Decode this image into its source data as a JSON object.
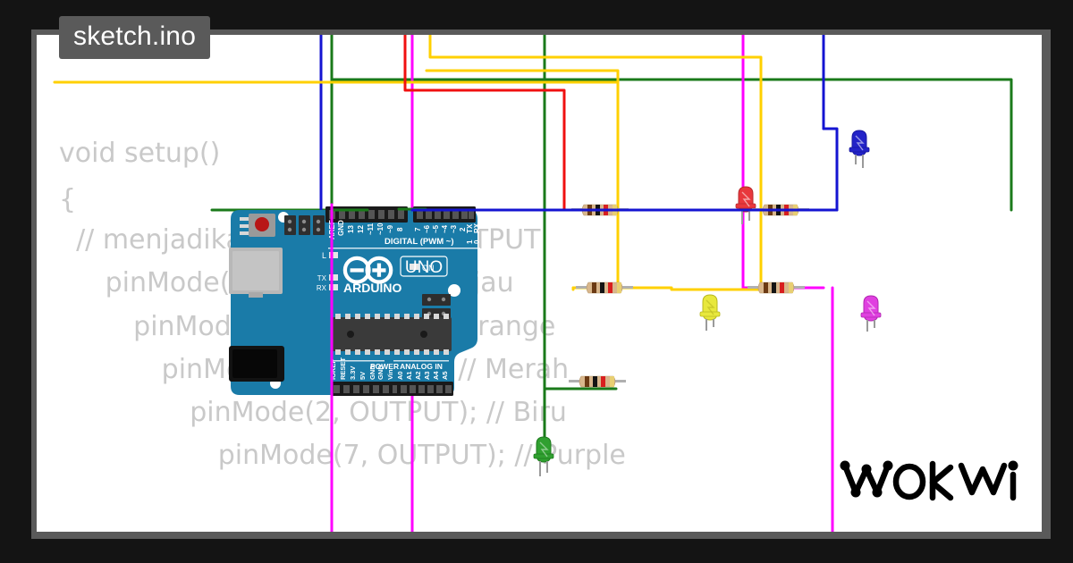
{
  "window": {
    "background_color": "#141414",
    "canvas_color": "#ffffff",
    "canvas_border_color": "#5a5a5a"
  },
  "file_tab": {
    "label": "sketch.ino",
    "background_color": "#5a5a5a",
    "text_color": "#ffffff"
  },
  "code_overlay": {
    "text_color": "#c9c9c9",
    "lines": [
      "void setup()",
      "{",
      "  // menjadikan pin sebagai OUTPUT",
      "   pinMode(13, OUTPUT); // Hijau",
      "    pinMode(4, OUTPUT); // Orange",
      "     pinMode(5, OUTPUT); // Merah",
      "      pinMode(2, OUTPUT); // Biru",
      "       pinMode(7, OUTPUT); // Purple"
    ]
  },
  "board": {
    "name": "Arduino Uno",
    "silkscreen_model": "UNO",
    "silkscreen_brand": "ARDUINO",
    "board_color": "#1a7ba8",
    "digital_header_label": "DIGITAL (PWM ~)",
    "digital_pins": [
      "AREF",
      "GND",
      "13",
      "12",
      "~11",
      "~10",
      "~9",
      "8",
      "7",
      "~6",
      "~5",
      "~4",
      "~3",
      "2",
      "TX 1",
      "RX 0"
    ],
    "power_header_label": "POWER",
    "power_pins": [
      "IOREF",
      "RESET",
      "3.3V",
      "5V",
      "GND",
      "GND",
      "Vin"
    ],
    "analog_header_label": "ANALOG IN",
    "analog_pins": [
      "A0",
      "A1",
      "A2",
      "A3",
      "A4",
      "A5"
    ],
    "led_labels": [
      "L",
      "TX",
      "RX",
      "ON"
    ]
  },
  "components": [
    {
      "id": "led-red",
      "type": "led",
      "color_name": "red",
      "color": "#e8383d",
      "wire_color": "#1a7a1a",
      "connected_pin": "~5"
    },
    {
      "id": "led-blue",
      "type": "led",
      "color_name": "blue",
      "color": "#2323c8",
      "wire_color": "#1414d2",
      "connected_pin": "2"
    },
    {
      "id": "led-yellow",
      "type": "led",
      "color_name": "yellow",
      "color": "#e8e83c",
      "wire_color": "#ffd000",
      "connected_pin": "~4"
    },
    {
      "id": "led-purple",
      "type": "led",
      "color_name": "purple",
      "color": "#e040e0",
      "wire_color": "#ff00ff",
      "connected_pin": "7"
    },
    {
      "id": "led-green",
      "type": "led",
      "color_name": "green",
      "color": "#30a030",
      "wire_color": "#1a7a1a",
      "connected_pin": "13"
    }
  ],
  "resistors": [
    {
      "id": "resistor-1",
      "bands": [
        "brown",
        "black",
        "red",
        "gold"
      ],
      "value": "1kΩ"
    },
    {
      "id": "resistor-2",
      "bands": [
        "brown",
        "black",
        "red",
        "gold"
      ],
      "value": "1kΩ"
    },
    {
      "id": "resistor-3",
      "bands": [
        "brown",
        "black",
        "red",
        "gold"
      ],
      "value": "1kΩ"
    },
    {
      "id": "resistor-4",
      "bands": [
        "brown",
        "black",
        "red",
        "gold"
      ],
      "value": "1kΩ"
    },
    {
      "id": "resistor-5",
      "bands": [
        "brown",
        "black",
        "red",
        "gold"
      ],
      "value": "1kΩ"
    }
  ],
  "wire_colors": {
    "green": "#1a7a1a",
    "blue": "#1414d2",
    "magenta": "#ff00ff",
    "yellow": "#ffd000",
    "red": "#f01010"
  },
  "branding": {
    "name": "WOKWI"
  }
}
